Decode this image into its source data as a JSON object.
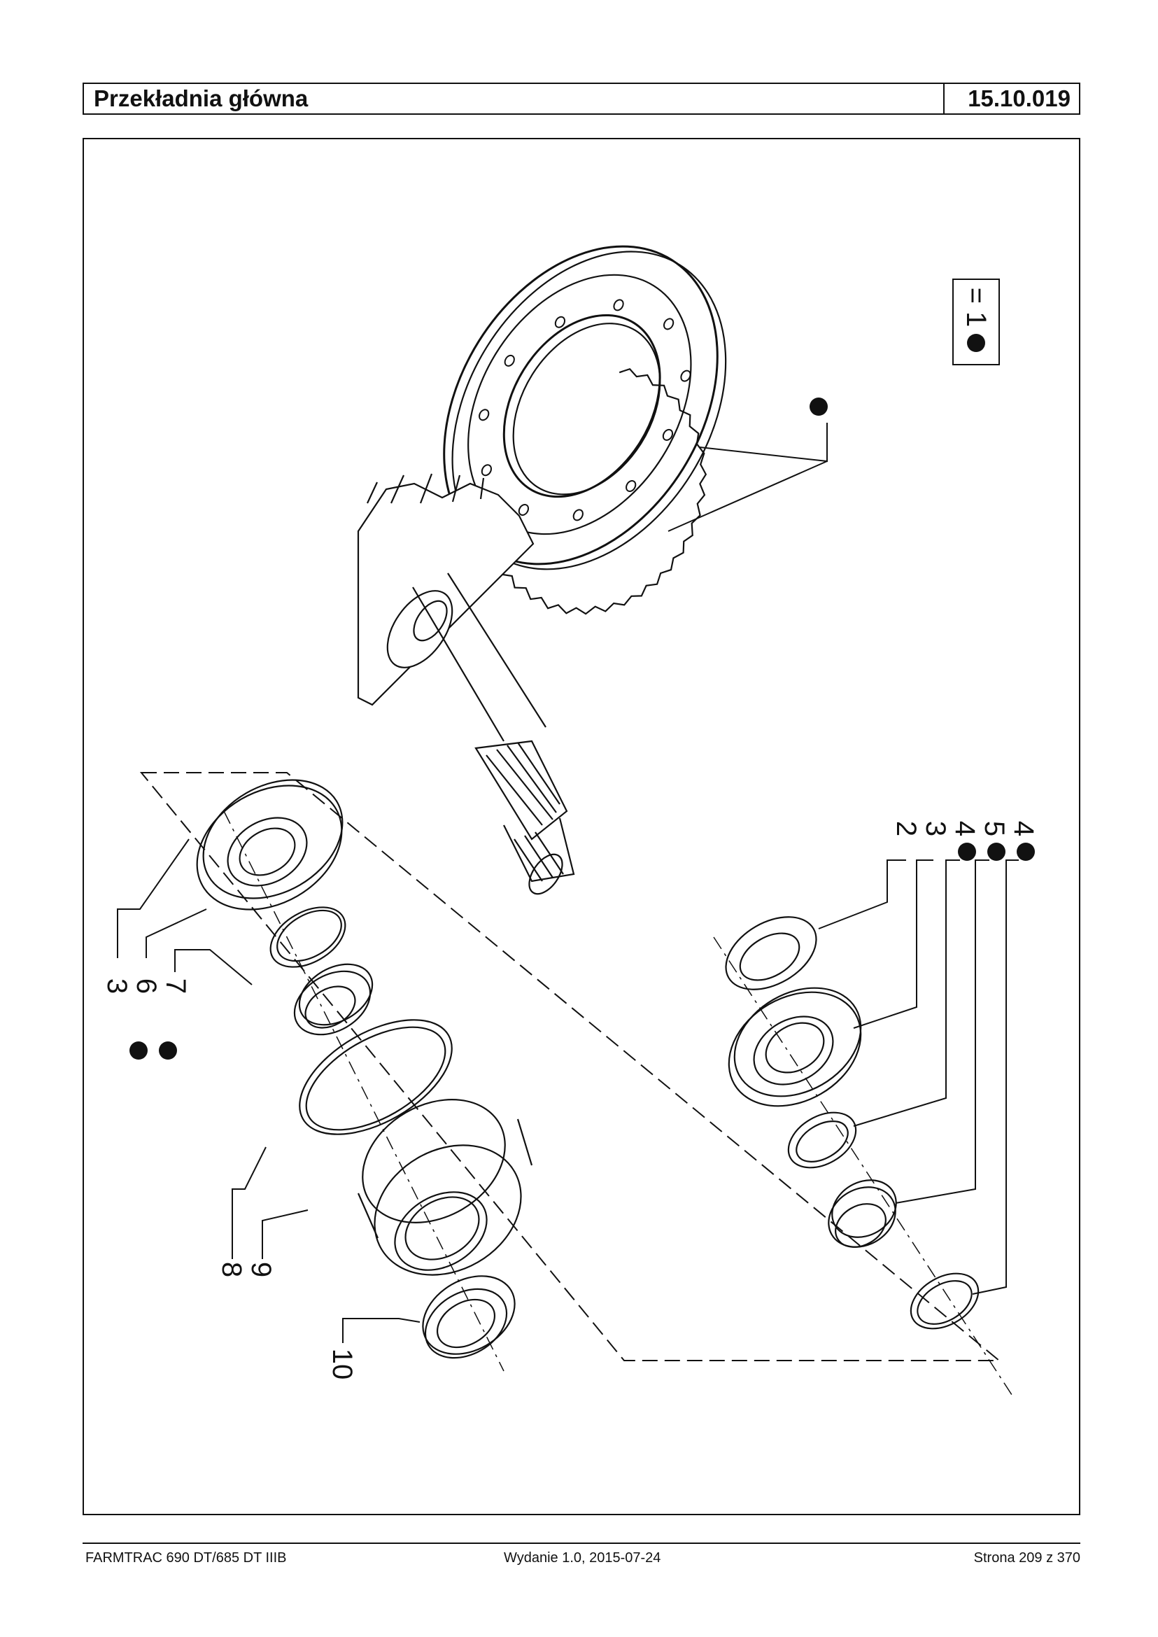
{
  "header": {
    "title": "Przekładnia główna",
    "code": "15.10.019"
  },
  "legend": {
    "text": "= 1"
  },
  "callouts": {
    "c2": "2",
    "c3a": "3",
    "c4a": "4",
    "c5": "5",
    "c4b": "4",
    "c3b": "3",
    "c6": "6",
    "c7": "7",
    "c8": "8",
    "c9": "9",
    "c10": "10"
  },
  "footer": {
    "model": "FARMTRAC 690 DT/685 DT IIIB",
    "edition": "Wydanie 1.0,  2015-07-24",
    "page": "Strona 209 z 370"
  }
}
